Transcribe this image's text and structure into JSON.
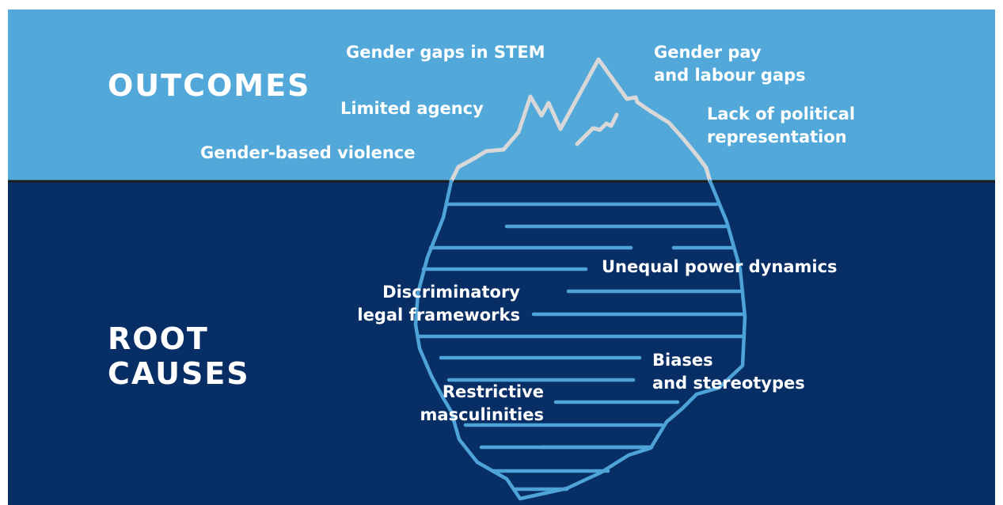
{
  "colors": {
    "outcomes_band": "#52a8d8",
    "root_band": "#082e66",
    "divider": "#1a1a1a",
    "iceberg_tip": "#d8d8d8",
    "iceberg_underwater": "#4ea3d8",
    "text": "#ffffff"
  },
  "sections": {
    "outcomes": "OUTCOMES",
    "root_causes_line1": "ROOT",
    "root_causes_line2": "CAUSES"
  },
  "outcomes": {
    "stem": "Gender gaps in STEM",
    "agency": "Limited agency",
    "violence": "Gender-based violence",
    "pay_line1": "Gender pay",
    "pay_line2": "and labour gaps",
    "political_line1": "Lack of political",
    "political_line2": "representation"
  },
  "root_causes": {
    "power": "Unequal power dynamics",
    "legal_line1": "Discriminatory",
    "legal_line2": "legal frameworks",
    "biases_line1": "Biases",
    "biases_line2": "and stereotypes",
    "masc_line1": "Restrictive",
    "masc_line2": "masculinities"
  }
}
